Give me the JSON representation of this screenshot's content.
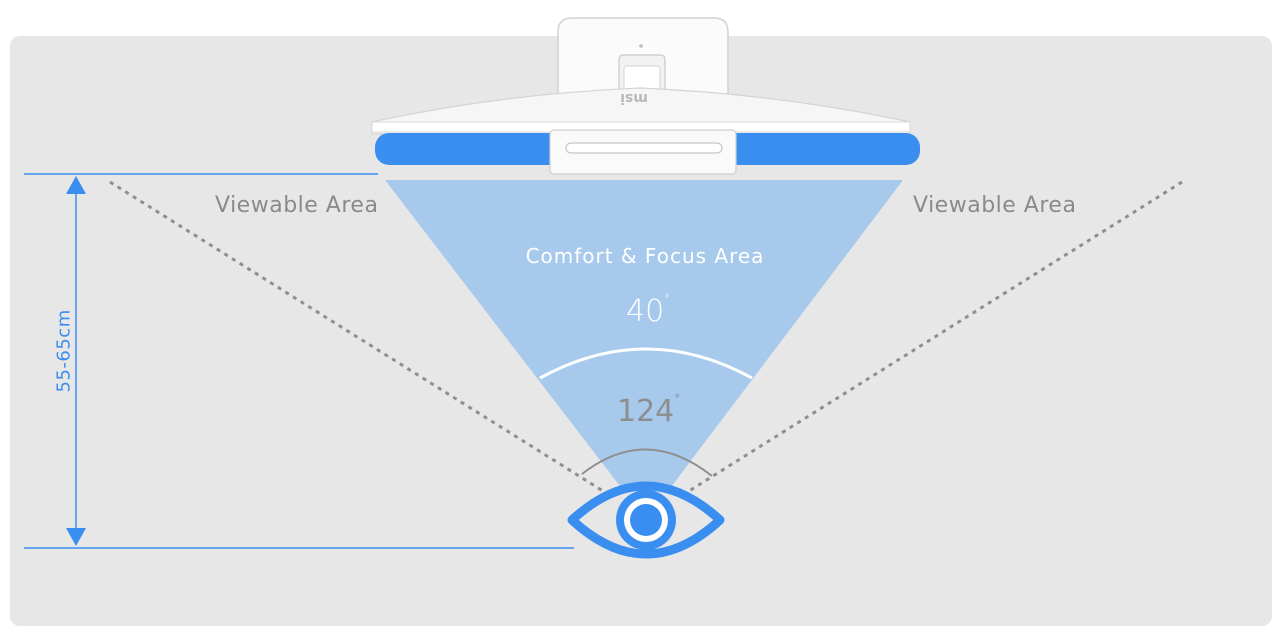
{
  "labels": {
    "viewable_left": "Viewable Area",
    "viewable_right": "Viewable Area",
    "comfort": "Comfort & Focus Area",
    "angle_narrow": "40",
    "angle_wide": "124",
    "degree_symbol": "°",
    "distance": "55-65cm"
  },
  "monitor": {
    "logo_text": "msi"
  },
  "colors": {
    "panel_bg": "#e7e7e7",
    "accent_blue": "#3a8ef0",
    "cone_blue": "#a6c9ec",
    "monitor_white": "#ffffff",
    "dotted_gray": "#8f8f8f",
    "text_gray": "#8a8a8a"
  }
}
